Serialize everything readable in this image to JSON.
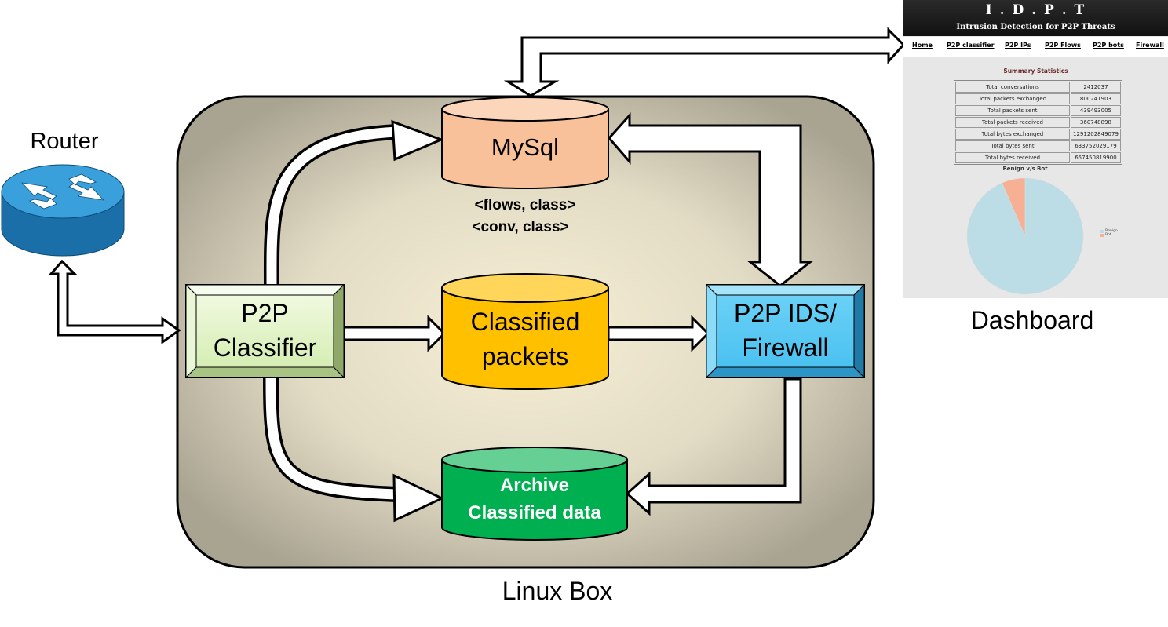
{
  "labels": {
    "router": "Router",
    "linux_box": "Linux Box",
    "dashboard": "Dashboard"
  },
  "nodes": {
    "mysql": "MySql",
    "mysql_note_1": "<flows, class>",
    "mysql_note_2": "<conv, class>",
    "classified_line1": "Classified",
    "classified_line2": "packets",
    "archive_line1": "Archive",
    "archive_line2": "Classified data",
    "classifier_line1": "P2P",
    "classifier_line2": "Classifier",
    "ids_line1": "P2P IDS/",
    "ids_line2": "Firewall"
  },
  "colors": {
    "mysql": "#f9c19a",
    "classified": "#ffc000",
    "archive": "#00b050",
    "classifier": "#e3f5c4",
    "ids": "#55c8f4",
    "router": "#2a8bc8"
  },
  "dashboard": {
    "title": "I . D . P . T",
    "subtitle": "Intrusion Detection for P2P Threats",
    "nav": [
      "Home",
      "P2P classifier",
      "P2P IPs",
      "P2P Flows",
      "P2P bots",
      "Firewall"
    ],
    "stats_title": "Summary Statistics",
    "stats": [
      {
        "label": "Total conversations",
        "value": "2412037"
      },
      {
        "label": "Total packets exchanged",
        "value": "800241903"
      },
      {
        "label": "Total packets sent",
        "value": "439493005"
      },
      {
        "label": "Total packets received",
        "value": "360748898"
      },
      {
        "label": "Total bytes exchanged",
        "value": "1291202849079"
      },
      {
        "label": "Total bytes sent",
        "value": "633752029179"
      },
      {
        "label": "Total bytes received",
        "value": "657450819900"
      }
    ],
    "pie_title": "Benign v/s Bot",
    "pie": [
      {
        "name": "Benign",
        "fraction": 0.935,
        "color": "#bcdce6"
      },
      {
        "name": "Bot",
        "fraction": 0.065,
        "color": "#f7b093"
      }
    ]
  }
}
